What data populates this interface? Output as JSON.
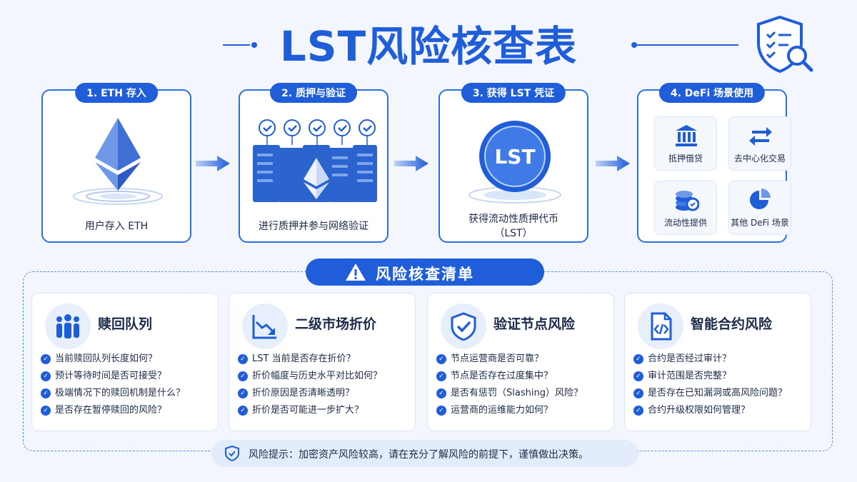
{
  "header": {
    "title": "LST风险核查表"
  },
  "flow": {
    "steps": [
      {
        "label": "1. ETH 存入",
        "caption": "用户存入 ETH"
      },
      {
        "label": "2. 质押与验证",
        "caption": "进行质押并参与网络验证"
      },
      {
        "label": "3. 获得 LST 凭证",
        "caption_line1": "获得流动性质押代币",
        "caption_line2": "（LST）",
        "token_text": "LST"
      },
      {
        "label": "4. DeFi 场景使用",
        "uses": [
          {
            "label": "抵押借贷",
            "icon": "bank-icon"
          },
          {
            "label": "去中心化交易",
            "icon": "swap-icon"
          },
          {
            "label": "流动性提供",
            "icon": "coins-icon"
          },
          {
            "label": "其他 DeFi 场景",
            "icon": "pie-chart-icon"
          }
        ]
      }
    ]
  },
  "risk": {
    "section_title": "风险核查清单",
    "cards": [
      {
        "title": "赎回队列",
        "icon": "people-queue-icon",
        "items": [
          "当前赎回队列长度如何？",
          "预计等待时间是否可接受？",
          "极端情况下的赎回机制是什么？",
          "是否存在暂停赎回的风险？"
        ]
      },
      {
        "title": "二级市场折价",
        "icon": "trend-down-icon",
        "items": [
          "LST 当前是否存在折价？",
          "折价幅度与历史水平对比如何？",
          "折价原因是否清晰透明？",
          "折价是否可能进一步扩大？"
        ]
      },
      {
        "title": "验证节点风险",
        "icon": "shield-check-icon",
        "items": [
          "节点运营商是否可靠？",
          "节点是否存在过度集中？",
          "是否有惩罚（Slashing）风险？",
          "运营商的运维能力如何？"
        ]
      },
      {
        "title": "智能合约风险",
        "icon": "code-file-icon",
        "items": [
          "合约是否经过审计？",
          "审计范围是否完整？",
          "是否存在已知漏洞或高风险问题？",
          "合约升级权限如何管理？"
        ]
      }
    ]
  },
  "footer": {
    "tip": "风险提示：加密资产风险较高，请在充分了解风险的前提下，谨慎做出决策。"
  },
  "colors": {
    "primary": "#1f5ed8",
    "background": "#f3f7fd",
    "card_border": "#dbe5f4"
  }
}
